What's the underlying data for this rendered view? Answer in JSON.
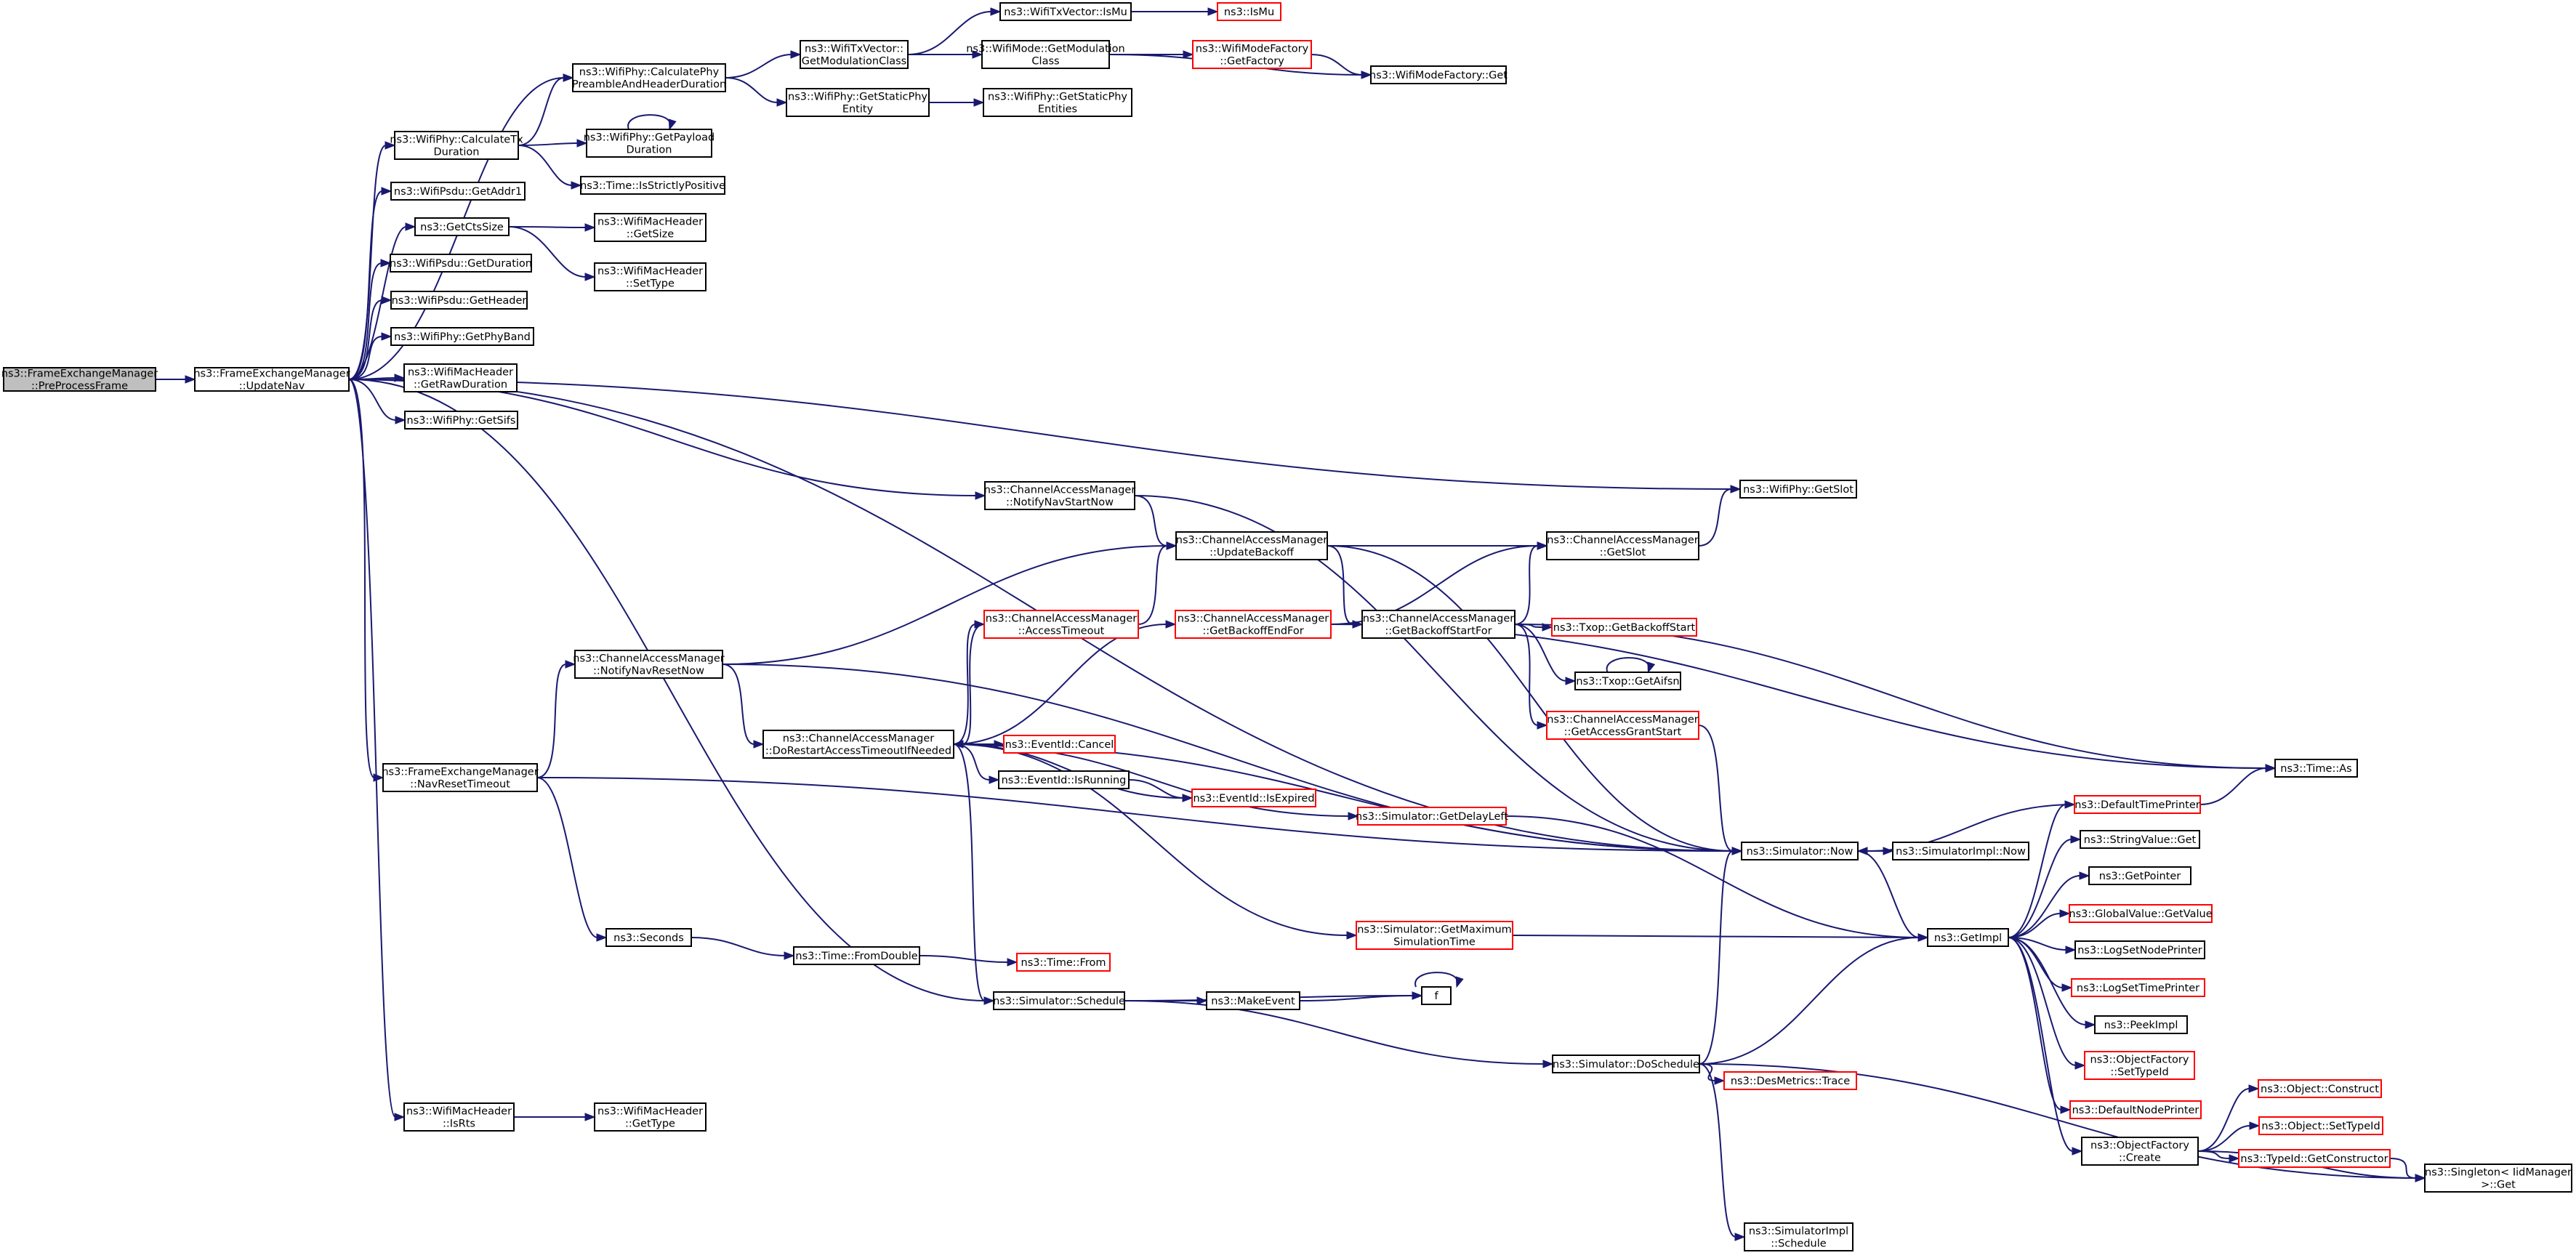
{
  "colors": {
    "edge": "#191970",
    "node_border": "#000000",
    "red_border": "#ff0000",
    "root_fill": "#bfbfbf",
    "background": "#ffffff"
  },
  "nodes": [
    {
      "id": "preprocess",
      "lines": [
        "ns3::FrameExchangeManager",
        "::PreProcessFrame"
      ],
      "style": "root"
    },
    {
      "id": "updatenav",
      "lines": [
        "ns3::FrameExchangeManager",
        "::UpdateNav"
      ],
      "style": "normal"
    },
    {
      "id": "calcpreamble",
      "lines": [
        "ns3::WifiPhy::CalculatePhy",
        "PreambleAndHeaderDuration"
      ],
      "style": "normal"
    },
    {
      "id": "calctx",
      "lines": [
        "ns3::WifiPhy::CalculateTx",
        "Duration"
      ],
      "style": "normal"
    },
    {
      "id": "getaddr1",
      "lines": [
        "ns3::WifiPsdu::GetAddr1"
      ],
      "style": "normal"
    },
    {
      "id": "getctssize",
      "lines": [
        "ns3::GetCtsSize"
      ],
      "style": "normal"
    },
    {
      "id": "psdugetduration",
      "lines": [
        "ns3::WifiPsdu::GetDuration"
      ],
      "style": "normal"
    },
    {
      "id": "psdugetheader",
      "lines": [
        "ns3::WifiPsdu::GetHeader"
      ],
      "style": "normal"
    },
    {
      "id": "getphyband",
      "lines": [
        "ns3::WifiPhy::GetPhyBand"
      ],
      "style": "normal"
    },
    {
      "id": "getrawduration",
      "lines": [
        "ns3::WifiMacHeader",
        "::GetRawDuration"
      ],
      "style": "normal"
    },
    {
      "id": "getsifs",
      "lines": [
        "ns3::WifiPhy::GetSifs"
      ],
      "style": "normal"
    },
    {
      "id": "txvecgetmodclass",
      "lines": [
        "ns3::WifiTxVector::",
        "GetModulationClass"
      ],
      "style": "normal"
    },
    {
      "id": "txvecismu",
      "lines": [
        "ns3::WifiTxVector::IsMu"
      ],
      "style": "normal"
    },
    {
      "id": "ismu",
      "lines": [
        "ns3::IsMu"
      ],
      "style": "red"
    },
    {
      "id": "modegetmodclass",
      "lines": [
        "ns3::WifiMode::GetModulation",
        "Class"
      ],
      "style": "normal"
    },
    {
      "id": "modefactorygetfactory",
      "lines": [
        "ns3::WifiModeFactory",
        "::GetFactory"
      ],
      "style": "red"
    },
    {
      "id": "modefactoryget",
      "lines": [
        "ns3::WifiModeFactory::Get"
      ],
      "style": "normal"
    },
    {
      "id": "getstaticphy",
      "lines": [
        "ns3::WifiPhy::GetStaticPhy",
        "Entity"
      ],
      "style": "normal"
    },
    {
      "id": "getstaticphies",
      "lines": [
        "ns3::WifiPhy::GetStaticPhy",
        "Entities"
      ],
      "style": "normal"
    },
    {
      "id": "getpayload",
      "lines": [
        "ns3::WifiPhy::GetPayload",
        "Duration"
      ],
      "style": "normal"
    },
    {
      "id": "isstrictlypositive",
      "lines": [
        "ns3::Time::IsStrictlyPositive"
      ],
      "style": "normal"
    },
    {
      "id": "macgetsize",
      "lines": [
        "ns3::WifiMacHeader",
        "::GetSize"
      ],
      "style": "normal"
    },
    {
      "id": "macsettype",
      "lines": [
        "ns3::WifiMacHeader",
        "::SetType"
      ],
      "style": "normal"
    },
    {
      "id": "getslot",
      "lines": [
        "ns3::WifiPhy::GetSlot"
      ],
      "style": "normal"
    },
    {
      "id": "notifynavstart",
      "lines": [
        "ns3::ChannelAccessManager",
        "::NotifyNavStartNow"
      ],
      "style": "normal"
    },
    {
      "id": "updatebackoff",
      "lines": [
        "ns3::ChannelAccessManager",
        "::UpdateBackoff"
      ],
      "style": "normal"
    },
    {
      "id": "camgetslot",
      "lines": [
        "ns3::ChannelAccessManager",
        "::GetSlot"
      ],
      "style": "normal"
    },
    {
      "id": "accesstimeout",
      "lines": [
        "ns3::ChannelAccessManager",
        "::AccessTimeout"
      ],
      "style": "red"
    },
    {
      "id": "getbackoffendfor",
      "lines": [
        "ns3::ChannelAccessManager",
        "::GetBackoffEndFor"
      ],
      "style": "red"
    },
    {
      "id": "getbackoffstartfor",
      "lines": [
        "ns3::ChannelAccessManager",
        "::GetBackoffStartFor"
      ],
      "style": "normal"
    },
    {
      "id": "txopgetbackoffstart",
      "lines": [
        "ns3::Txop::GetBackoffStart"
      ],
      "style": "red"
    },
    {
      "id": "txopgetaifsn",
      "lines": [
        "ns3::Txop::GetAifsn"
      ],
      "style": "normal"
    },
    {
      "id": "getaccessgrantstart",
      "lines": [
        "ns3::ChannelAccessManager",
        "::GetAccessGrantStart"
      ],
      "style": "red"
    },
    {
      "id": "notifynavreset",
      "lines": [
        "ns3::ChannelAccessManager",
        "::NotifyNavResetNow"
      ],
      "style": "normal"
    },
    {
      "id": "dorestart",
      "lines": [
        "ns3::ChannelAccessManager",
        "::DoRestartAccessTimeoutIfNeeded"
      ],
      "style": "normal"
    },
    {
      "id": "eventcancel",
      "lines": [
        "ns3::EventId::Cancel"
      ],
      "style": "red"
    },
    {
      "id": "eventisrunning",
      "lines": [
        "ns3::EventId::IsRunning"
      ],
      "style": "normal"
    },
    {
      "id": "eventisexpired",
      "lines": [
        "ns3::EventId::IsExpired"
      ],
      "style": "red"
    },
    {
      "id": "getdelayleft",
      "lines": [
        "ns3::Simulator::GetDelayLeft"
      ],
      "style": "red"
    },
    {
      "id": "navresettimeout",
      "lines": [
        "ns3::FrameExchangeManager",
        "::NavResetTimeout"
      ],
      "style": "normal"
    },
    {
      "id": "timeas",
      "lines": [
        "ns3::Time::As"
      ],
      "style": "normal"
    },
    {
      "id": "simnow",
      "lines": [
        "ns3::Simulator::Now"
      ],
      "style": "normal"
    },
    {
      "id": "simimplnow",
      "lines": [
        "ns3::SimulatorImpl::Now"
      ],
      "style": "normal"
    },
    {
      "id": "defaulttimeprinter",
      "lines": [
        "ns3::DefaultTimePrinter"
      ],
      "style": "red"
    },
    {
      "id": "stringvalueget",
      "lines": [
        "ns3::StringValue::Get"
      ],
      "style": "normal"
    },
    {
      "id": "getpointer",
      "lines": [
        "ns3::GetPointer"
      ],
      "style": "normal"
    },
    {
      "id": "globalvalueget",
      "lines": [
        "ns3::GlobalValue::GetValue"
      ],
      "style": "red"
    },
    {
      "id": "logsetnodeprinter",
      "lines": [
        "ns3::LogSetNodePrinter"
      ],
      "style": "normal"
    },
    {
      "id": "logsettimeprinter",
      "lines": [
        "ns3::LogSetTimePrinter"
      ],
      "style": "red"
    },
    {
      "id": "peekimpl",
      "lines": [
        "ns3::PeekImpl"
      ],
      "style": "normal"
    },
    {
      "id": "objfactorysettypeid",
      "lines": [
        "ns3::ObjectFactory",
        "::SetTypeId"
      ],
      "style": "red"
    },
    {
      "id": "defaultnodeprinter",
      "lines": [
        "ns3::DefaultNodePrinter"
      ],
      "style": "red"
    },
    {
      "id": "objfactorycreate",
      "lines": [
        "ns3::ObjectFactory",
        "::Create"
      ],
      "style": "normal"
    },
    {
      "id": "getimpl",
      "lines": [
        "ns3::GetImpl"
      ],
      "style": "normal"
    },
    {
      "id": "seconds",
      "lines": [
        "ns3::Seconds"
      ],
      "style": "normal"
    },
    {
      "id": "fromdouble",
      "lines": [
        "ns3::Time::FromDouble"
      ],
      "style": "normal"
    },
    {
      "id": "timefrom",
      "lines": [
        "ns3::Time::From"
      ],
      "style": "red"
    },
    {
      "id": "getmaxsimtime",
      "lines": [
        "ns3::Simulator::GetMaximum",
        "SimulationTime"
      ],
      "style": "red"
    },
    {
      "id": "simschedule",
      "lines": [
        "ns3::Simulator::Schedule"
      ],
      "style": "normal"
    },
    {
      "id": "makeevent",
      "lines": [
        "ns3::MakeEvent"
      ],
      "style": "normal"
    },
    {
      "id": "f",
      "lines": [
        "f"
      ],
      "style": "normal"
    },
    {
      "id": "doschedule",
      "lines": [
        "ns3::Simulator::DoSchedule"
      ],
      "style": "normal"
    },
    {
      "id": "desmetricstrace",
      "lines": [
        "ns3::DesMetrics::Trace"
      ],
      "style": "red"
    },
    {
      "id": "simimplschedule",
      "lines": [
        "ns3::SimulatorImpl",
        "::Schedule"
      ],
      "style": "normal"
    },
    {
      "id": "objectconstruct",
      "lines": [
        "ns3::Object::Construct"
      ],
      "style": "red"
    },
    {
      "id": "objectsettypeid",
      "lines": [
        "ns3::Object::SetTypeId"
      ],
      "style": "red"
    },
    {
      "id": "getconstructor",
      "lines": [
        "ns3::TypeId::GetConstructor"
      ],
      "style": "red"
    },
    {
      "id": "singleton",
      "lines": [
        "ns3::Singleton< IidManager",
        ">::Get"
      ],
      "style": "normal"
    },
    {
      "id": "macisrts",
      "lines": [
        "ns3::WifiMacHeader",
        "::IsRts"
      ],
      "style": "normal"
    },
    {
      "id": "macgettype",
      "lines": [
        "ns3::WifiMacHeader",
        "::GetType"
      ],
      "style": "normal"
    }
  ],
  "edges": [
    [
      "preprocess",
      "updatenav"
    ],
    [
      "updatenav",
      "calcpreamble"
    ],
    [
      "updatenav",
      "calctx"
    ],
    [
      "updatenav",
      "getaddr1"
    ],
    [
      "updatenav",
      "getctssize"
    ],
    [
      "updatenav",
      "psdugetduration"
    ],
    [
      "updatenav",
      "psdugetheader"
    ],
    [
      "updatenav",
      "getphyband"
    ],
    [
      "updatenav",
      "getrawduration"
    ],
    [
      "updatenav",
      "getsifs"
    ],
    [
      "updatenav",
      "getslot"
    ],
    [
      "updatenav",
      "notifynavstart"
    ],
    [
      "updatenav",
      "navresettimeout"
    ],
    [
      "updatenav",
      "simnow"
    ],
    [
      "updatenav",
      "simschedule"
    ],
    [
      "updatenav",
      "macisrts"
    ],
    [
      "calcpreamble",
      "txvecgetmodclass"
    ],
    [
      "calcpreamble",
      "getstaticphy"
    ],
    [
      "txvecgetmodclass",
      "txvecismu"
    ],
    [
      "txvecgetmodclass",
      "modegetmodclass"
    ],
    [
      "txvecismu",
      "ismu"
    ],
    [
      "modegetmodclass",
      "modefactorygetfactory"
    ],
    [
      "modegetmodclass",
      "modefactoryget"
    ],
    [
      "modefactorygetfactory",
      "modefactoryget"
    ],
    [
      "getstaticphy",
      "getstaticphies"
    ],
    [
      "calctx",
      "calcpreamble"
    ],
    [
      "calctx",
      "getpayload"
    ],
    [
      "calctx",
      "isstrictlypositive"
    ],
    [
      "getpayload",
      "getpayload"
    ],
    [
      "getctssize",
      "macgetsize"
    ],
    [
      "getctssize",
      "macsettype"
    ],
    [
      "notifynavstart",
      "updatebackoff"
    ],
    [
      "notifynavstart",
      "simnow"
    ],
    [
      "updatebackoff",
      "camgetslot"
    ],
    [
      "updatebackoff",
      "getbackoffstartfor"
    ],
    [
      "updatebackoff",
      "simnow"
    ],
    [
      "camgetslot",
      "getslot"
    ],
    [
      "accesstimeout",
      "updatebackoff"
    ],
    [
      "accesstimeout",
      "dorestart"
    ],
    [
      "getbackoffendfor",
      "getbackoffstartfor"
    ],
    [
      "getbackoffendfor",
      "camgetslot"
    ],
    [
      "getbackoffendfor",
      "timeas"
    ],
    [
      "getbackoffstartfor",
      "camgetslot"
    ],
    [
      "getbackoffstartfor",
      "txopgetbackoffstart"
    ],
    [
      "getbackoffstartfor",
      "txopgetaifsn"
    ],
    [
      "getbackoffstartfor",
      "getaccessgrantstart"
    ],
    [
      "getbackoffstartfor",
      "timeas"
    ],
    [
      "txopgetaifsn",
      "txopgetaifsn"
    ],
    [
      "getaccessgrantstart",
      "simnow"
    ],
    [
      "notifynavreset",
      "updatebackoff"
    ],
    [
      "notifynavreset",
      "dorestart"
    ],
    [
      "notifynavreset",
      "simnow"
    ],
    [
      "dorestart",
      "accesstimeout"
    ],
    [
      "dorestart",
      "getbackoffendfor"
    ],
    [
      "dorestart",
      "eventcancel"
    ],
    [
      "dorestart",
      "eventisrunning"
    ],
    [
      "dorestart",
      "eventisexpired"
    ],
    [
      "dorestart",
      "getdelayleft"
    ],
    [
      "dorestart",
      "getmaxsimtime"
    ],
    [
      "dorestart",
      "simschedule"
    ],
    [
      "dorestart",
      "simnow"
    ],
    [
      "eventisrunning",
      "eventisexpired"
    ],
    [
      "getdelayleft",
      "getimpl"
    ],
    [
      "navresettimeout",
      "notifynavreset"
    ],
    [
      "navresettimeout",
      "seconds"
    ],
    [
      "navresettimeout",
      "simnow"
    ],
    [
      "seconds",
      "fromdouble"
    ],
    [
      "fromdouble",
      "timefrom"
    ],
    [
      "getmaxsimtime",
      "getimpl"
    ],
    [
      "simschedule",
      "makeevent"
    ],
    [
      "simschedule",
      "f"
    ],
    [
      "simschedule",
      "doschedule"
    ],
    [
      "makeevent",
      "f"
    ],
    [
      "f",
      "f"
    ],
    [
      "doschedule",
      "simnow"
    ],
    [
      "doschedule",
      "getimpl"
    ],
    [
      "doschedule",
      "desmetricstrace"
    ],
    [
      "doschedule",
      "simimplschedule"
    ],
    [
      "doschedule",
      "singleton"
    ],
    [
      "simnow",
      "simimplnow"
    ],
    [
      "simnow",
      "getimpl"
    ],
    [
      "getimpl",
      "defaulttimeprinter"
    ],
    [
      "getimpl",
      "stringvalueget"
    ],
    [
      "getimpl",
      "getpointer"
    ],
    [
      "getimpl",
      "globalvalueget"
    ],
    [
      "getimpl",
      "logsetnodeprinter"
    ],
    [
      "getimpl",
      "logsettimeprinter"
    ],
    [
      "getimpl",
      "peekimpl"
    ],
    [
      "getimpl",
      "objfactorysettypeid"
    ],
    [
      "getimpl",
      "defaultnodeprinter"
    ],
    [
      "getimpl",
      "objfactorycreate"
    ],
    [
      "defaulttimeprinter",
      "simnow"
    ],
    [
      "defaulttimeprinter",
      "timeas"
    ],
    [
      "objfactorycreate",
      "objectconstruct"
    ],
    [
      "objfactorycreate",
      "objectsettypeid"
    ],
    [
      "objfactorycreate",
      "getconstructor"
    ],
    [
      "objfactorycreate",
      "singleton"
    ],
    [
      "getconstructor",
      "singleton"
    ],
    [
      "macisrts",
      "macgettype"
    ]
  ]
}
